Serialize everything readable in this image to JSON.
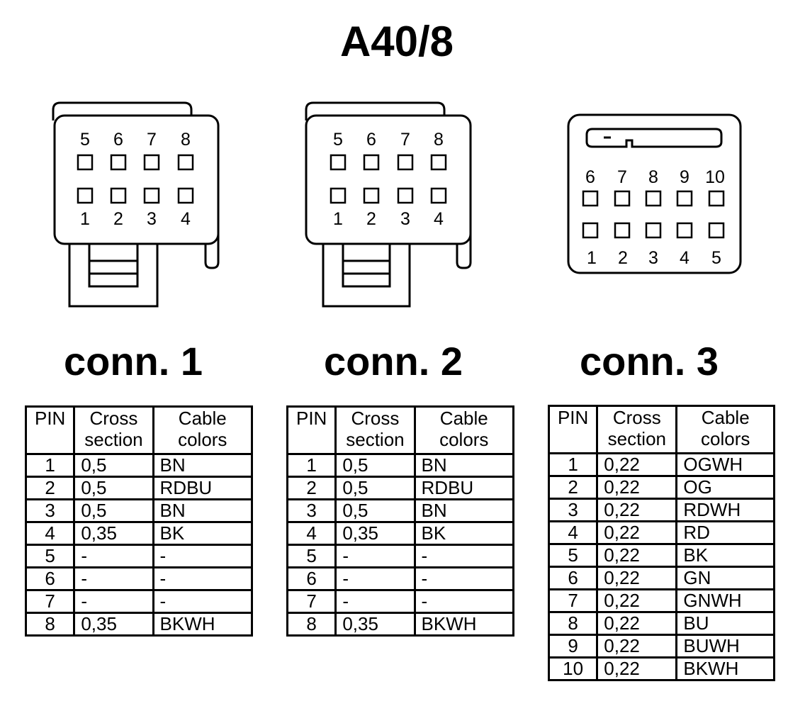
{
  "title": "A40/8",
  "connectors": [
    {
      "label": "conn. 1",
      "top_pins": [
        "5",
        "6",
        "7",
        "8"
      ],
      "bottom_pins": [
        "1",
        "2",
        "3",
        "4"
      ],
      "headers": {
        "pin": "PIN",
        "cross_1": "Cross",
        "cross_2": "section",
        "cable_1": "Cable",
        "cable_2": "colors"
      },
      "rows": [
        {
          "pin": "1",
          "cross": "0,5",
          "color": "BN"
        },
        {
          "pin": "2",
          "cross": "0,5",
          "color": "RDBU"
        },
        {
          "pin": "3",
          "cross": "0,5",
          "color": "BN"
        },
        {
          "pin": "4",
          "cross": "0,35",
          "color": "BK"
        },
        {
          "pin": "5",
          "cross": "-",
          "color": "-"
        },
        {
          "pin": "6",
          "cross": "-",
          "color": "-"
        },
        {
          "pin": "7",
          "cross": "-",
          "color": "-"
        },
        {
          "pin": "8",
          "cross": "0,35",
          "color": "BKWH"
        }
      ]
    },
    {
      "label": "conn. 2",
      "top_pins": [
        "5",
        "6",
        "7",
        "8"
      ],
      "bottom_pins": [
        "1",
        "2",
        "3",
        "4"
      ],
      "headers": {
        "pin": "PIN",
        "cross_1": "Cross",
        "cross_2": "section",
        "cable_1": "Cable",
        "cable_2": "colors"
      },
      "rows": [
        {
          "pin": "1",
          "cross": "0,5",
          "color": "BN"
        },
        {
          "pin": "2",
          "cross": "0,5",
          "color": "RDBU"
        },
        {
          "pin": "3",
          "cross": "0,5",
          "color": "BN"
        },
        {
          "pin": "4",
          "cross": "0,35",
          "color": "BK"
        },
        {
          "pin": "5",
          "cross": "-",
          "color": "-"
        },
        {
          "pin": "6",
          "cross": "-",
          "color": "-"
        },
        {
          "pin": "7",
          "cross": "-",
          "color": "-"
        },
        {
          "pin": "8",
          "cross": "0,35",
          "color": "BKWH"
        }
      ]
    },
    {
      "label": "conn. 3",
      "top_pins": [
        "6",
        "7",
        "8",
        "9",
        "10"
      ],
      "bottom_pins": [
        "1",
        "2",
        "3",
        "4",
        "5"
      ],
      "headers": {
        "pin": "PIN",
        "cross_1": "Cross",
        "cross_2": "section",
        "cable_1": "Cable",
        "cable_2": "colors"
      },
      "rows": [
        {
          "pin": "1",
          "cross": "0,22",
          "color": "OGWH"
        },
        {
          "pin": "2",
          "cross": "0,22",
          "color": "OG"
        },
        {
          "pin": "3",
          "cross": "0,22",
          "color": "RDWH"
        },
        {
          "pin": "4",
          "cross": "0,22",
          "color": "RD"
        },
        {
          "pin": "5",
          "cross": "0,22",
          "color": "BK"
        },
        {
          "pin": "6",
          "cross": "0,22",
          "color": "GN"
        },
        {
          "pin": "7",
          "cross": "0,22",
          "color": "GNWH"
        },
        {
          "pin": "8",
          "cross": "0,22",
          "color": "BU"
        },
        {
          "pin": "9",
          "cross": "0,22",
          "color": "BUWH"
        },
        {
          "pin": "10",
          "cross": "0,22",
          "color": "BKWH"
        }
      ]
    }
  ]
}
